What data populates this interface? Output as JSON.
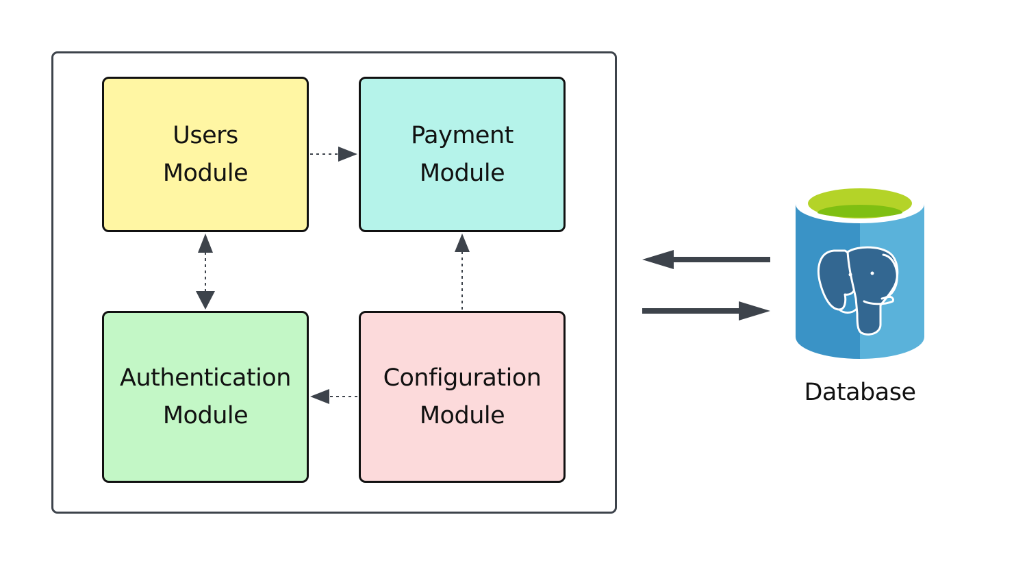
{
  "colors": {
    "container_border": "#3d434b",
    "arrow": "#3d434b",
    "module_border": "#111111",
    "users_fill": "#fff6a3",
    "payment_fill": "#b5f3ea",
    "auth_fill": "#c3f7c6",
    "config_fill": "#fcdadb",
    "db_body_left": "#3a93c6",
    "db_body_right": "#5ab2da",
    "db_top_rim": "#b4d328",
    "db_top_inner": "#7fbf12",
    "elephant": "#336791"
  },
  "modules": {
    "users": {
      "line1": "Users",
      "line2": "Module"
    },
    "payment": {
      "line1": "Payment",
      "line2": "Module"
    },
    "auth": {
      "line1": "Authentication",
      "line2": "Module"
    },
    "config": {
      "line1": "Configuration",
      "line2": "Module"
    }
  },
  "database": {
    "label": "Database",
    "icon": "postgresql-elephant-icon"
  },
  "connections": [
    {
      "from": "users",
      "to": "payment",
      "style": "dashed",
      "direction": "forward"
    },
    {
      "from": "users",
      "to": "auth",
      "style": "dashed",
      "direction": "both"
    },
    {
      "from": "config",
      "to": "payment",
      "style": "dashed",
      "direction": "forward"
    },
    {
      "from": "config",
      "to": "auth",
      "style": "dashed",
      "direction": "forward"
    },
    {
      "from": "database",
      "to": "container",
      "style": "solid",
      "direction": "forward"
    },
    {
      "from": "container",
      "to": "database",
      "style": "solid",
      "direction": "forward"
    }
  ]
}
